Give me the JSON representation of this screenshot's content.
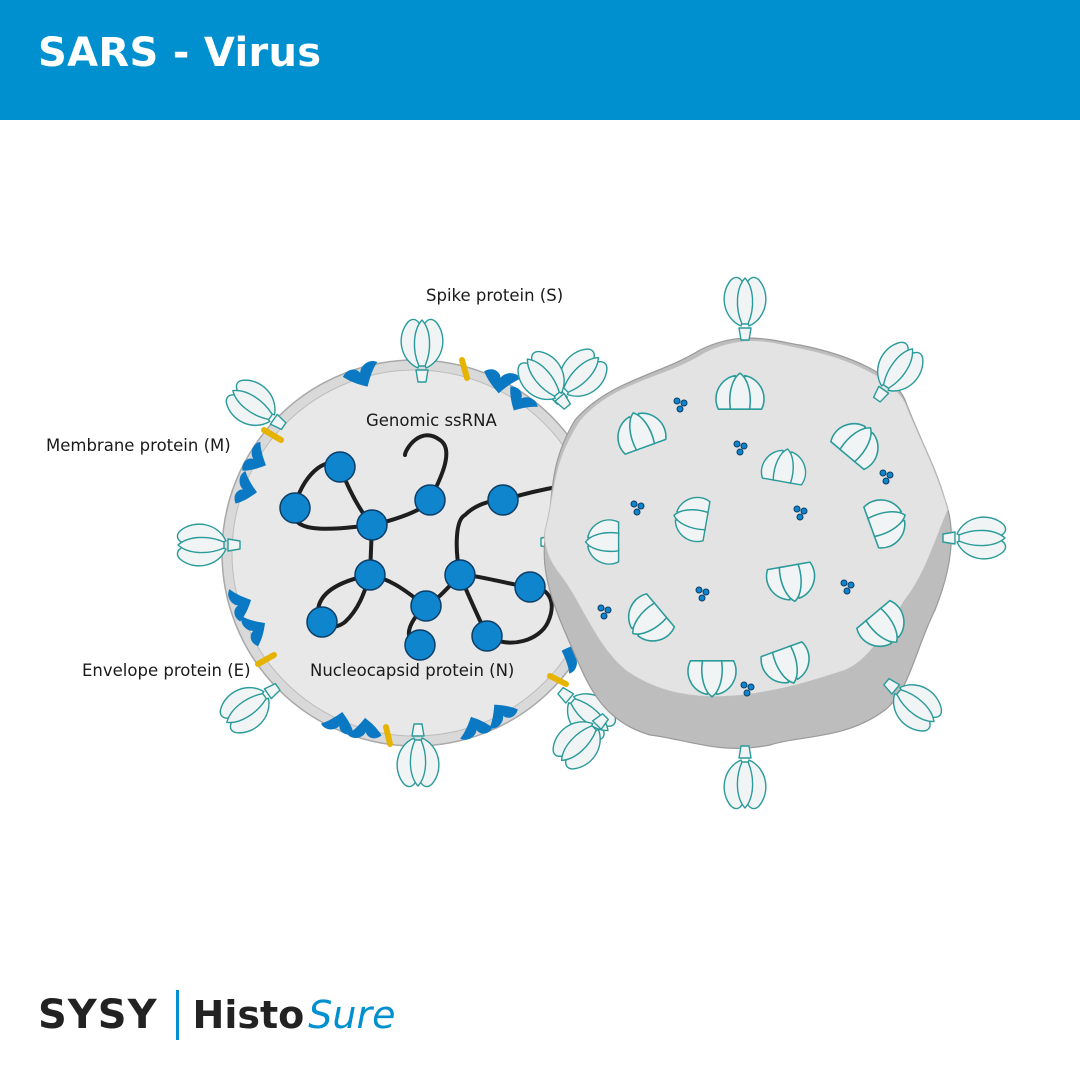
{
  "header": {
    "title": "SARS - Virus"
  },
  "labels": {
    "spike": "Spike protein (S)",
    "genomic": "Genomic ssRNA",
    "membrane": "Membrane protein (M)",
    "envelope": "Envelope protein (E)",
    "nucleocapsid": "Nucleocapsid protein (N)"
  },
  "logo": {
    "brand": "SYSY",
    "product_main": "Histo",
    "product_accent": "Sure"
  },
  "colors": {
    "header": "#0090d0",
    "membrane_protein": "#0a78c2",
    "envelope_protein": "#e6b400",
    "spike_fill": "#f0f3f3",
    "spike_stroke": "#2a9a9a",
    "capsid": "#e6e6e6",
    "nucleocapsid": "#0e85cc"
  }
}
